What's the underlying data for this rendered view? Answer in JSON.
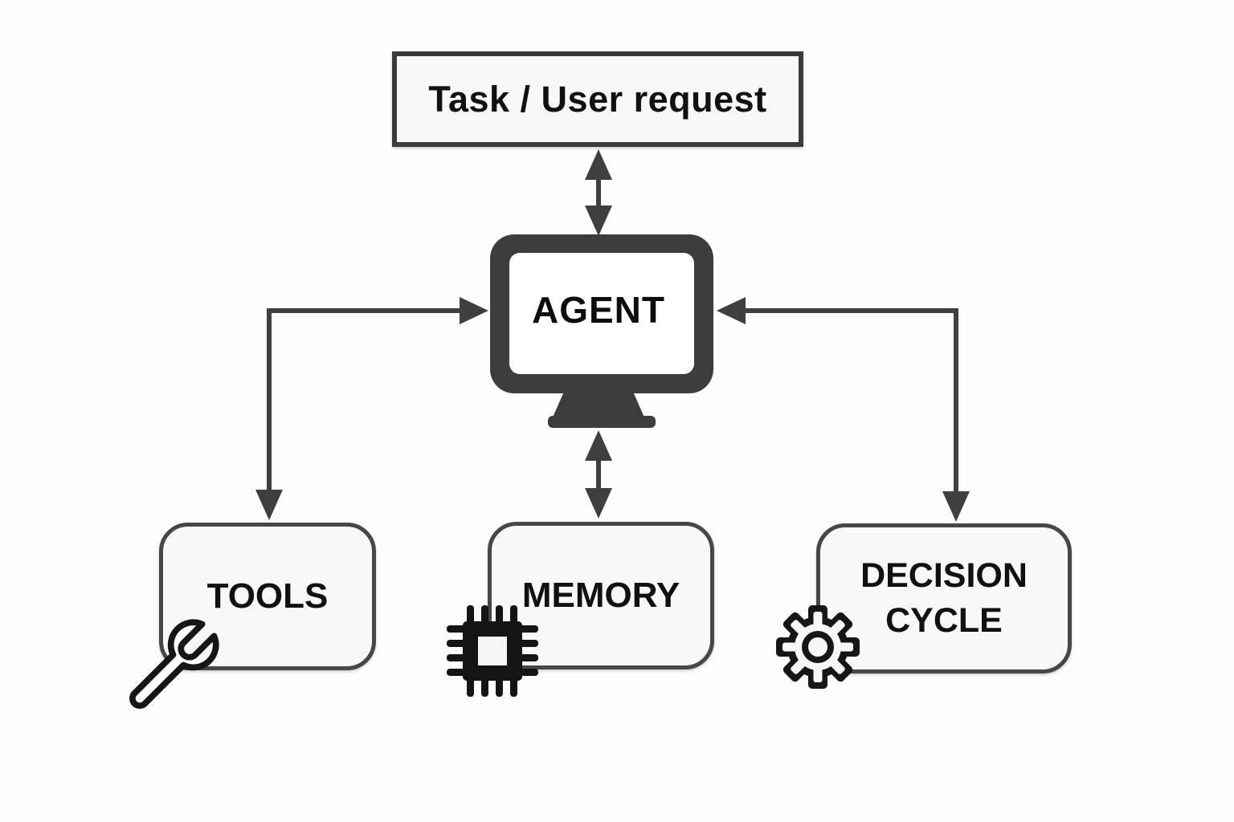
{
  "diagram": {
    "title": "Agent architecture diagram",
    "nodes": {
      "task": {
        "label": "Task / User request",
        "shape": "rectangle"
      },
      "agent": {
        "label": "AGENT",
        "icon": "monitor-icon",
        "shape": "monitor"
      },
      "tools": {
        "label": "TOOLS",
        "icon": "wrench-icon",
        "shape": "rounded-rectangle"
      },
      "memory": {
        "label": "MEMORY",
        "icon": "chip-icon",
        "shape": "rounded-rectangle"
      },
      "decision": {
        "label": "DECISION CYCLE",
        "icon": "gear-icon",
        "shape": "rounded-rectangle"
      }
    },
    "connections": [
      {
        "from": "task",
        "to": "agent",
        "arrowheads": "both",
        "style": "straight-vertical"
      },
      {
        "from": "agent",
        "to": "memory",
        "arrowheads": "both",
        "style": "straight-vertical"
      },
      {
        "from": "tools",
        "to": "agent",
        "arrowheads": "both",
        "style": "elbow"
      },
      {
        "from": "decision",
        "to": "agent",
        "arrowheads": "both",
        "style": "elbow"
      }
    ],
    "colors": {
      "background": "#fdfdfd",
      "box_fill": "#f8f8f8",
      "box_border": "#474747",
      "task_border": "#3b3b3b",
      "arrow": "#3f3f3f",
      "monitor_body": "#3d3d3d",
      "text": "#111111",
      "icon_outline": "#161616"
    }
  }
}
